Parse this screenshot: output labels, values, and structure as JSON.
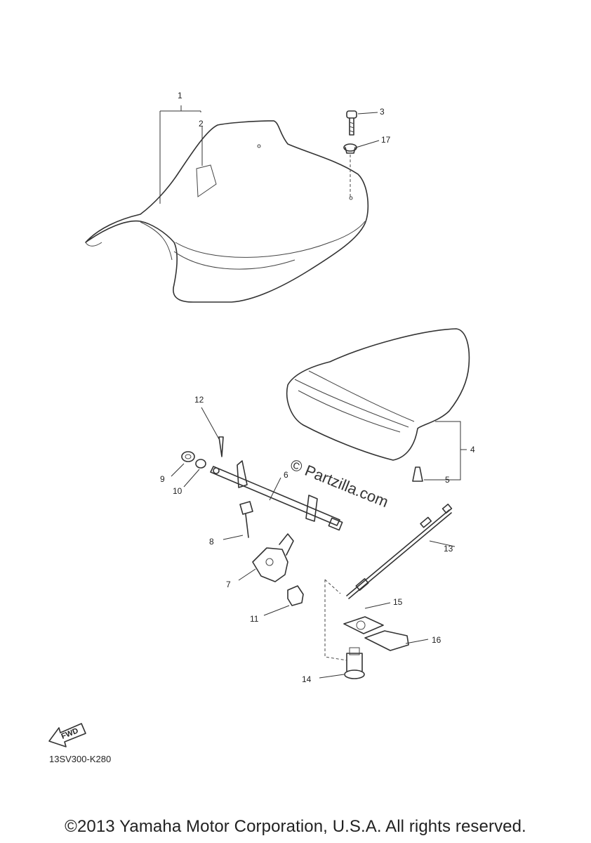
{
  "callouts": [
    "1",
    "2",
    "3",
    "17",
    "4",
    "5",
    "6",
    "7",
    "8",
    "9",
    "10",
    "11",
    "12",
    "13",
    "14",
    "15",
    "16"
  ],
  "fwd_label": "FWD",
  "watermark": "© Partzilla.com",
  "diagram_code": "13SV300-K280",
  "copyright": "©2013 Yamaha Motor Corporation, U.S.A. All rights reserved."
}
